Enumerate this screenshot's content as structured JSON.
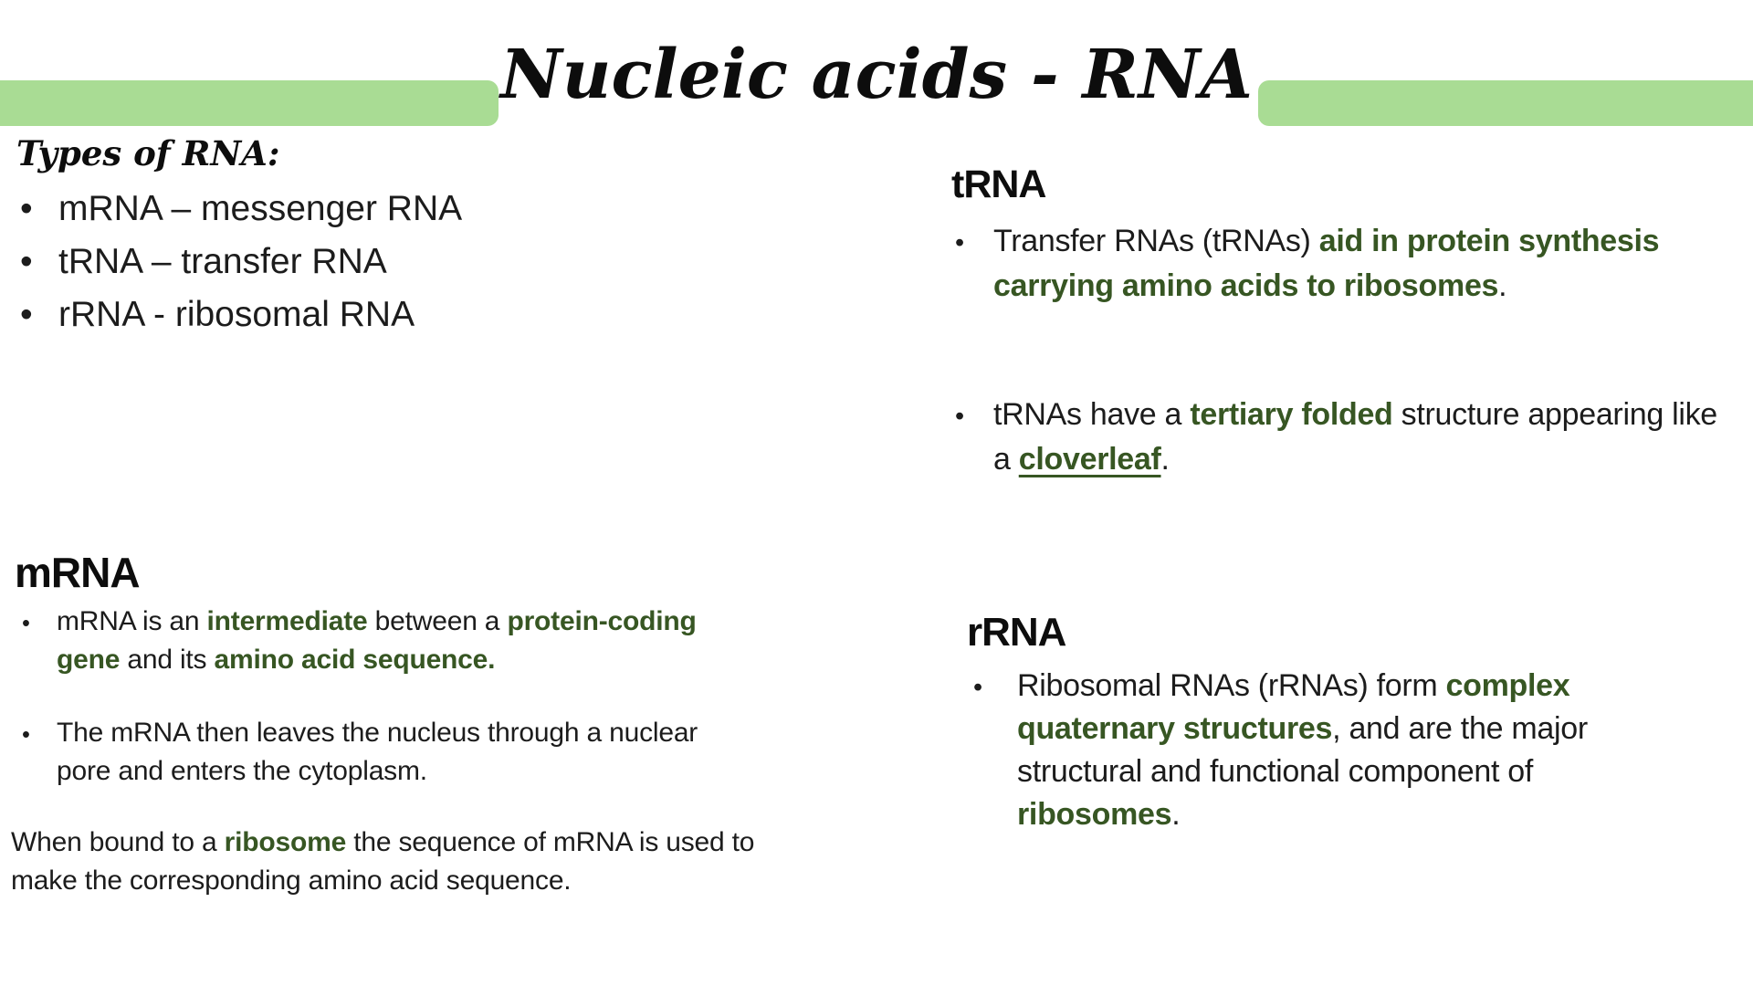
{
  "slide": {
    "title": "Nucleic acids - RNA",
    "accent_bar_color": "#A9DC94",
    "green_text_color": "#375623"
  },
  "types": {
    "heading": "Types of RNA:",
    "items": [
      "mRNA – messenger RNA",
      "tRNA – transfer RNA",
      "rRNA - ribosomal RNA"
    ]
  },
  "trna": {
    "heading": "tRNA",
    "bullets": [
      [
        {
          "text": "Transfer RNAs (tRNAs) "
        },
        {
          "text": "aid in protein synthesis carrying amino acids to ribosomes",
          "style": "gb"
        },
        {
          "text": "."
        }
      ],
      [
        {
          "text": "tRNAs have a "
        },
        {
          "text": "tertiary folded",
          "style": "gb"
        },
        {
          "text": " structure appearing like a "
        },
        {
          "text": "cloverleaf",
          "style": "gbu"
        },
        {
          "text": "."
        }
      ]
    ]
  },
  "mrna": {
    "heading": "mRNA",
    "bullets": [
      [
        {
          "text": "mRNA is an "
        },
        {
          "text": "intermediate",
          "style": "gb"
        },
        {
          "text": " between a "
        },
        {
          "text": "protein-coding gene",
          "style": "gb"
        },
        {
          "text": " and its "
        },
        {
          "text": "amino acid sequence.",
          "style": "gb"
        }
      ],
      [
        {
          "text": "The mRNA then leaves the nucleus through a nuclear pore and enters the cytoplasm."
        }
      ]
    ],
    "paragraph": [
      {
        "text": "When bound to a "
      },
      {
        "text": "ribosome",
        "style": "gb"
      },
      {
        "text": " the sequence of mRNA is used to make the corresponding amino acid sequence."
      }
    ]
  },
  "rrna": {
    "heading": "rRNA",
    "bullets": [
      [
        {
          "text": "Ribosomal RNAs (rRNAs) form "
        },
        {
          "text": "complex quaternary structures",
          "style": "gb"
        },
        {
          "text": ", and are the major structural and functional component of "
        },
        {
          "text": "ribosomes",
          "style": "gb"
        },
        {
          "text": "."
        }
      ]
    ]
  }
}
